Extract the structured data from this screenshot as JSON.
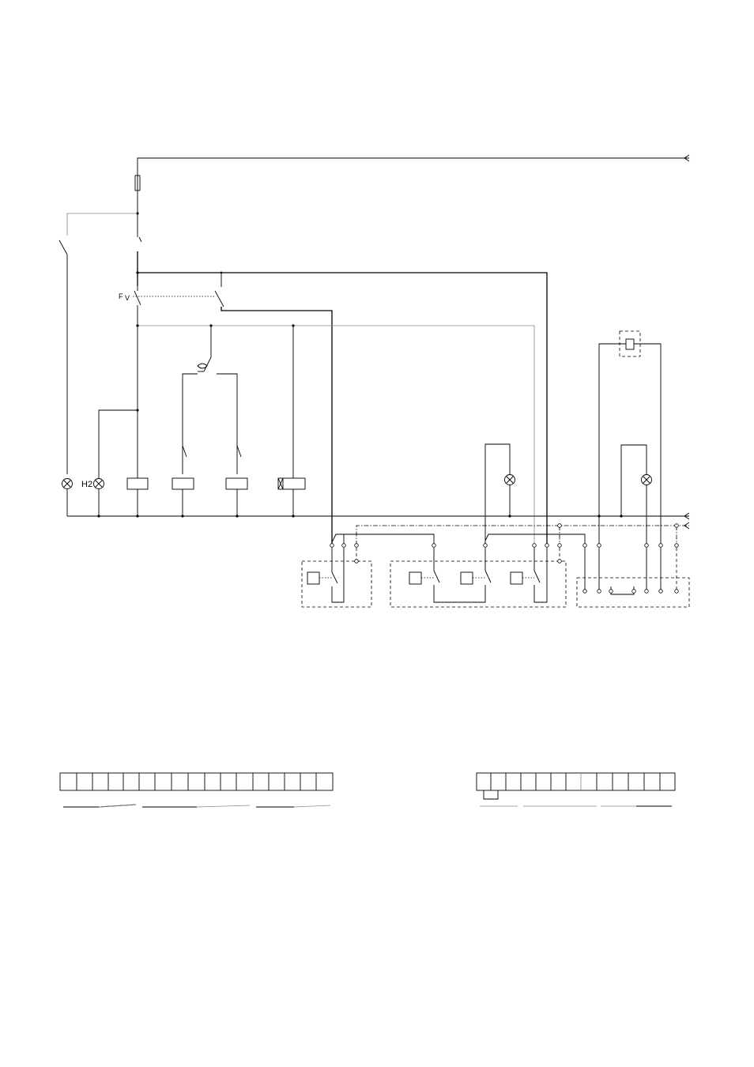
{
  "diagram": {
    "labels": {
      "lamp_h2": "H2",
      "switch_f": "F",
      "switch_v": "V"
    }
  }
}
